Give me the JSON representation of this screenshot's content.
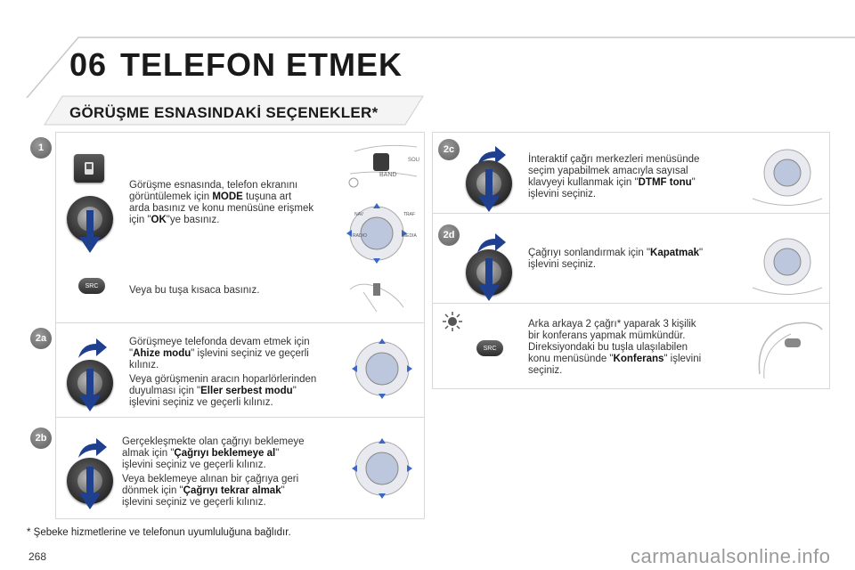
{
  "header": {
    "chapter": "06",
    "title": "TELEFON ETMEK"
  },
  "section_title": "GÖRÜŞME ESNASINDAKİ SEÇENEKLER*",
  "steps": {
    "s1": {
      "badge": "1",
      "p1": [
        "Görüşme esnasında, telefon ekranını",
        "görüntülemek için ",
        "MODE",
        " tuşuna art",
        "arda basınız ve konu menüsüne erişmek",
        "için \"",
        "OK",
        "\"ye basınız."
      ],
      "p2": "Veya bu tuşa kısaca basınız."
    },
    "s2a": {
      "badge": "2a",
      "p1": [
        "Görüşmeye telefonda devam etmek için",
        "\"",
        "Ahize modu",
        "\" işlevini seçiniz ve geçerli",
        "kılınız."
      ],
      "p2": [
        "Veya görüşmenin aracın hoparlörlerinden",
        "duyulması için \"",
        "Eller serbest modu",
        "\"",
        "işlevini seçiniz ve geçerli kılınız."
      ]
    },
    "s2b": {
      "badge": "2b",
      "p1": [
        "Gerçekleşmekte olan çağrıyı beklemeye",
        "almak için \"",
        "Çağrıyı beklemeye al",
        "\"",
        "işlevini seçiniz ve geçerli kılınız."
      ],
      "p2": [
        "Veya beklemeye alınan bir çağrıya geri",
        "dönmek için \"",
        "Çağrıyı tekrar almak",
        "\"",
        "işlevini seçiniz ve geçerli kılınız."
      ]
    },
    "s2c": {
      "badge": "2c",
      "p1": [
        "İnteraktif çağrı merkezleri menüsünde",
        "seçim yapabilmek amacıyla sayısal",
        "klavyeyi kullanmak için \"",
        "DTMF tonu",
        "\"",
        "işlevini seçiniz."
      ]
    },
    "s2d": {
      "badge": "2d",
      "p1": [
        "Çağrıyı sonlandırmak için \"",
        "Kapatmak",
        "\"",
        "işlevini seçiniz."
      ]
    },
    "s_tip": {
      "p1": [
        "Arka arkaya 2 çağrı* yaparak 3 kişilik",
        "bir konferans yapmak mümkündür.",
        "Direksiyondaki bu tuşla ulaşılabilen",
        "konu menüsünde \"",
        "Konferans",
        "\" işlevini",
        "seçiniz."
      ]
    }
  },
  "labels": {
    "src": "SRC",
    "band": "BAND",
    "sou": "SOU",
    "nav": "NAV",
    "traf": "TRAF",
    "radio": "RADIO",
    "media": "MEDIA"
  },
  "footnote": "* Şebeke hizmetlerine ve telefonun uyumluluğuna bağlıdır.",
  "page_number": "268",
  "watermark": "carmanualsonline.info",
  "colors": {
    "badge": "#6e6e6e",
    "arrow": "#1f3f8f",
    "arrow_tip": "#3b68c6",
    "panel_border": "#d8d8d8"
  }
}
